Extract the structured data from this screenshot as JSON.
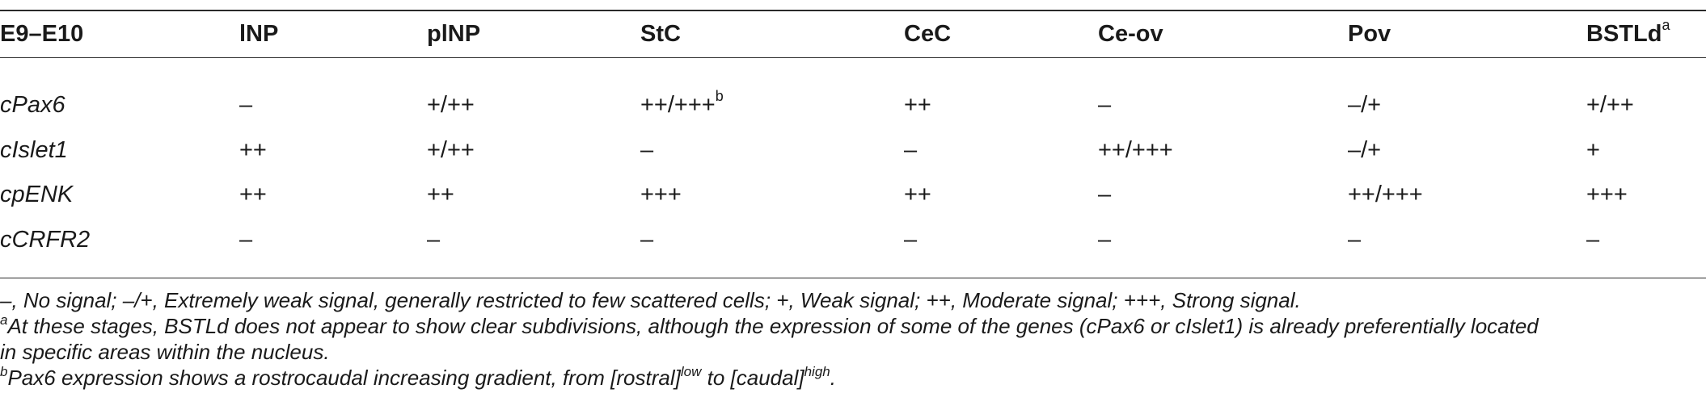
{
  "table": {
    "headers": [
      {
        "label": "E9–E10",
        "sup": ""
      },
      {
        "label": "lNP",
        "sup": ""
      },
      {
        "label": "plNP",
        "sup": ""
      },
      {
        "label": "StC",
        "sup": ""
      },
      {
        "label": "CeC",
        "sup": ""
      },
      {
        "label": "Ce-ov",
        "sup": ""
      },
      {
        "label": "Pov",
        "sup": ""
      },
      {
        "label": "BSTLd",
        "sup": "a"
      }
    ],
    "rows": [
      {
        "gene": "cPax6",
        "values": [
          "–",
          "+/++",
          "++/+++",
          "++",
          "–",
          "–/+",
          "+/++"
        ],
        "sups": [
          "",
          "",
          "b",
          "",
          "",
          "",
          ""
        ]
      },
      {
        "gene": "cIslet1",
        "values": [
          "++",
          "+/++",
          "–",
          "–",
          "++/+++",
          "–/+",
          "+"
        ],
        "sups": [
          "",
          "",
          "",
          "",
          "",
          "",
          ""
        ]
      },
      {
        "gene": "cpENK",
        "values": [
          "++",
          "++",
          "+++",
          "++",
          "–",
          "++/+++",
          "+++"
        ],
        "sups": [
          "",
          "",
          "",
          "",
          "",
          "",
          ""
        ]
      },
      {
        "gene": "cCRFR2",
        "values": [
          "–",
          "–",
          "–",
          "–",
          "–",
          "–",
          "–"
        ],
        "sups": [
          "",
          "",
          "",
          "",
          "",
          "",
          ""
        ]
      }
    ]
  },
  "footnotes": {
    "legend": "–, No signal; –/+, Extremely weak signal, generally restricted to few scattered cells; +, Weak signal; ++, Moderate signal; +++, Strong signal.",
    "a_marker": "a",
    "a_line1": "At these stages, BSTLd does not appear to show clear subdivisions, although the expression of some of the genes (cPax6 or cIslet1) is already preferentially located",
    "a_line2": "in specific areas within the nucleus.",
    "b_marker": "b",
    "b_text1": "Pax6 expression shows a rostrocaudal increasing gradient, from [rostral]",
    "b_sup1": "low",
    "b_text2": " to [caudal]",
    "b_sup2": "high",
    "b_text3": "."
  }
}
